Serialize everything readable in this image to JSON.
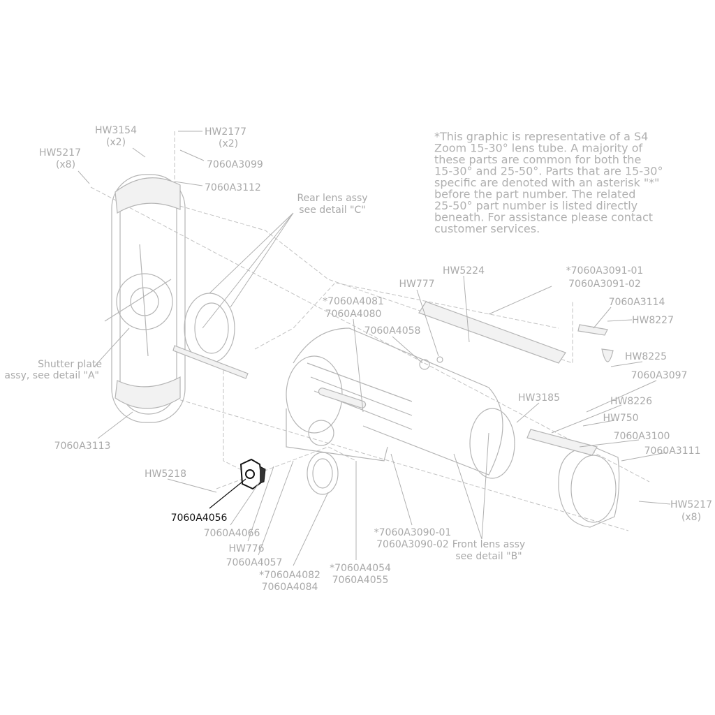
{
  "note": [
    "*This graphic is representative of a S4",
    "Zoom 15-30° lens tube. A majority of",
    "these parts are common for both the",
    "15-30° and 25-50°. Parts that are 15-30°",
    "specific are denoted with an asterisk \"*\"",
    "before the part number. The related",
    "25-50° part number is listed directly",
    "beneath.  For assistance please contact",
    "customer services."
  ],
  "labels": {
    "hw3154": [
      "HW3154",
      "(x2)"
    ],
    "hw2177": [
      "HW2177",
      "(x2)"
    ],
    "hw5217_left": [
      "HW5217",
      "(x8)"
    ],
    "p7060a3099": "7060A3099",
    "p7060a3112": "7060A3112",
    "rear_lens": [
      "Rear lens assy",
      "see detail \"C\""
    ],
    "hw777": "HW777",
    "hw5224": "HW5224",
    "p7060a3091": [
      "*7060A3091-01",
      "7060A3091-02"
    ],
    "p7060a4081": [
      "*7060A4081",
      "7060A4080"
    ],
    "p7060a3114": "7060A3114",
    "hw8227": "HW8227",
    "p7060a4058": "7060A4058",
    "hw8225": "HW8225",
    "shutter": [
      "Shutter plate",
      "assy, see detail \"A\""
    ],
    "p7060a3097": "7060A3097",
    "hw3185": "HW3185",
    "hw8226": "HW8226",
    "hw750": "HW750",
    "p7060a3113": "7060A3113",
    "p7060a3100": "7060A3100",
    "p7060a3111": "7060A3111",
    "hw5218": "HW5218",
    "p7060a4056": "7060A4056",
    "hw5217_right": [
      "HW5217",
      "(x8)"
    ],
    "p7060a4066": "7060A4066",
    "p7060a3090": [
      "*7060A3090-01",
      "7060A3090-02"
    ],
    "front_lens": [
      "Front lens assy",
      "see detail \"B\""
    ],
    "hw776": "HW776",
    "p7060a4057": "7060A4057",
    "p7060a4082": [
      "*7060A4082",
      "7060A4084"
    ],
    "p7060a4054": [
      "*7060A4054",
      "7060A4055"
    ]
  },
  "highlight_color": "#111111",
  "line_color": "#b0b0b0"
}
